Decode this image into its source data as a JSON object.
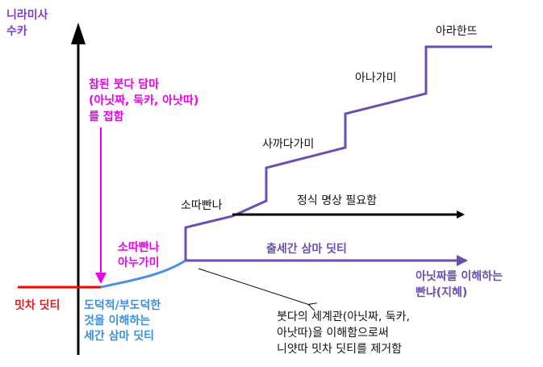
{
  "axis_label_line1": "니라미사",
  "axis_label_line2": "수카",
  "buddha_teaching": {
    "line1": "참된 붓다 담마",
    "line2": "(아닛짜, 둑카, 아낫따)",
    "line3": "를 접함"
  },
  "sotapanna_label": {
    "line1": "소따빤나",
    "line2": "아누가미"
  },
  "micchaditthi_label": "밋차 딧티",
  "worldly_view": {
    "line1": "도덕적/부도덕한",
    "line2": "것을 이해하는",
    "line3": "세간 삼마 딧티"
  },
  "supramundane_view": "출세간 삼마 딧티",
  "anicca_understanding": {
    "line1": "아닛짜를 이해하는",
    "line2": "빤냐(지혜)"
  },
  "right_concentration": "정식 명상 필요함",
  "stages": {
    "sotapanna": "소따빤나",
    "sakadagami": "사까다가미",
    "anagami": "아나가미",
    "arahant": "아라한뜨"
  },
  "worldview_note": {
    "line1": "붓다의 세계관(아닛짜, 둑카,",
    "line2": "아낫따)을 이해함으로써",
    "line3": "니얏따 밋차 딧티를 제거함"
  },
  "colors": {
    "axis": "#000000",
    "red_baseline": "#ff0000",
    "blue_path": "#4a90e2",
    "purple_path": "#6a4fb0",
    "magenta": "#ee00ee"
  }
}
